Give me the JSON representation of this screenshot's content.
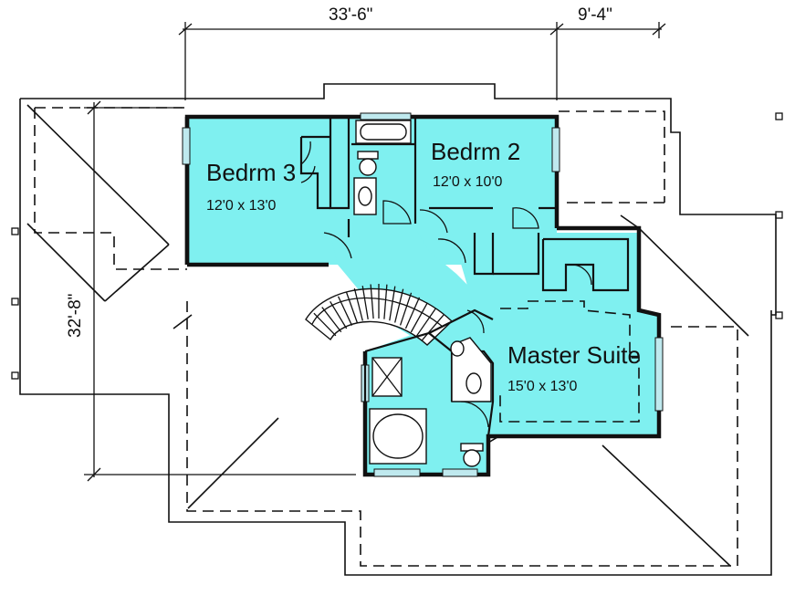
{
  "dimensions": {
    "overall_width": "33'-6\"",
    "extension_width": "9'-4\"",
    "overall_depth": "32'-8\""
  },
  "rooms": {
    "bedroom3": {
      "name": "Bedrm 3",
      "size": "12'0 x 13'0"
    },
    "bedroom2": {
      "name": "Bedrm 2",
      "size": "12'0 x 10'0"
    },
    "master": {
      "name": "Master Suite",
      "size": "15'0 x 13'0"
    }
  },
  "colors": {
    "room_fill": "#7ff0f0",
    "wall": "#111111",
    "background": "#ffffff"
  }
}
